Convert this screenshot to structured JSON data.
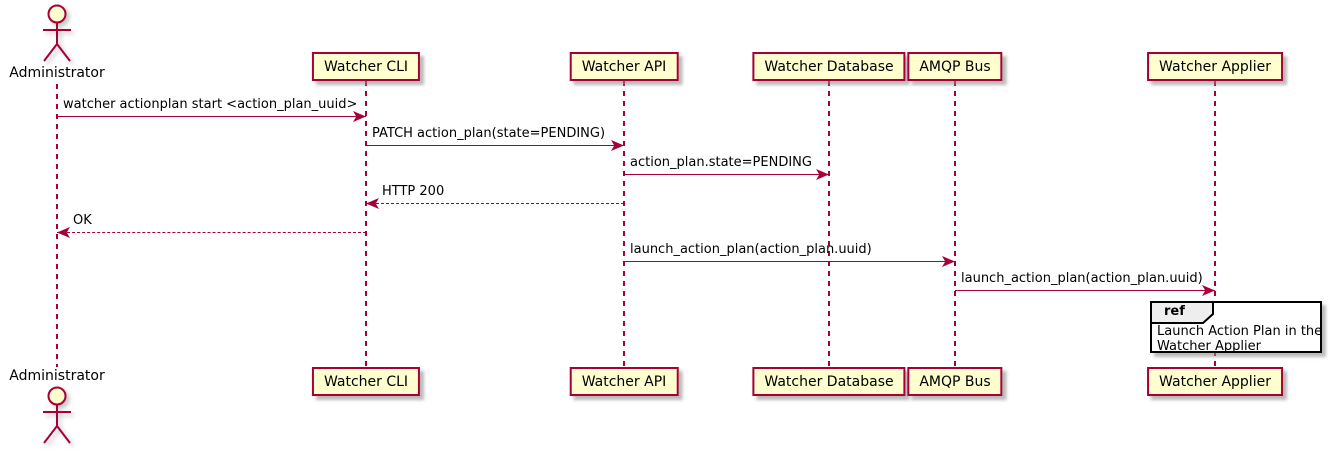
{
  "diagram": {
    "type": "uml-sequence-diagram",
    "participants": [
      {
        "name": "Administrator",
        "type": "actor"
      },
      {
        "name": "Watcher CLI",
        "type": "participant"
      },
      {
        "name": "Watcher API",
        "type": "participant"
      },
      {
        "name": "Watcher Database",
        "type": "participant"
      },
      {
        "name": "AMQP Bus",
        "type": "participant"
      },
      {
        "name": "Watcher Applier",
        "type": "participant"
      }
    ],
    "messages": [
      {
        "from": "Administrator",
        "to": "Watcher CLI",
        "label": "watcher actionplan start <action_plan_uuid>",
        "line": "solid"
      },
      {
        "from": "Watcher CLI",
        "to": "Watcher API",
        "label": "PATCH action_plan(state=PENDING)",
        "line": "solid"
      },
      {
        "from": "Watcher API",
        "to": "Watcher Database",
        "label": "action_plan.state=PENDING",
        "line": "solid"
      },
      {
        "from": "Watcher API",
        "to": "Watcher CLI",
        "label": "HTTP 200",
        "line": "dashed"
      },
      {
        "from": "Watcher CLI",
        "to": "Administrator",
        "label": "OK",
        "line": "dashed"
      },
      {
        "from": "Watcher API",
        "to": "AMQP Bus",
        "label": "launch_action_plan(action_plan.uuid)",
        "line": "solid"
      },
      {
        "from": "AMQP Bus",
        "to": "Watcher Applier",
        "label": "launch_action_plan(action_plan.uuid)",
        "line": "solid"
      }
    ],
    "ref_fragment": {
      "keyword": "ref",
      "over": "Watcher Applier",
      "lines": [
        "Launch Action Plan in the",
        "Watcher Applier"
      ]
    },
    "colors": {
      "participant_fill": "#FEFECE",
      "participant_border": "#A80036",
      "lifeline": "#A80036",
      "arrow": "#A80036",
      "text": "#000000",
      "ref_border": "#000000",
      "ref_tab_fill": "#EEEEEE"
    }
  }
}
